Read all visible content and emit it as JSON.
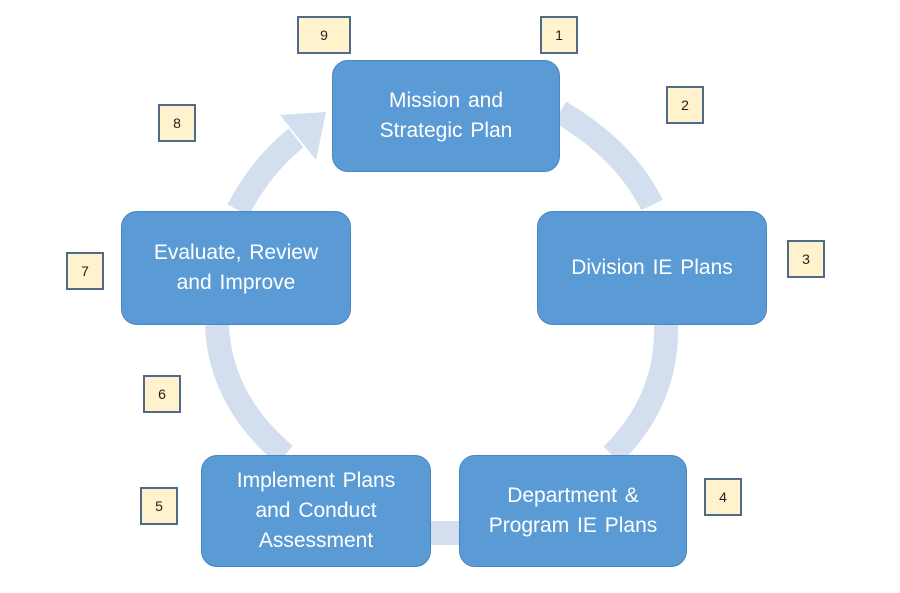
{
  "colors": {
    "box_fill": "#5b9bd5",
    "box_border": "#4a86bf",
    "box_text": "#ffffff",
    "ring": "#d3deef",
    "badge_fill": "#fff2cc",
    "badge_border": "#4f6b8a"
  },
  "steps": [
    {
      "id": "mission",
      "label": "Mission and\nStrategic Plan"
    },
    {
      "id": "division",
      "label": "Division IE Plans"
    },
    {
      "id": "department",
      "label": "Department &\nProgram IE Plans"
    },
    {
      "id": "implement",
      "label": "Implement Plans\nand Conduct\nAssessment"
    },
    {
      "id": "evaluate",
      "label": "Evaluate, Review\nand Improve"
    }
  ],
  "badges": [
    "1",
    "2",
    "3",
    "4",
    "5",
    "6",
    "7",
    "8",
    "9"
  ]
}
